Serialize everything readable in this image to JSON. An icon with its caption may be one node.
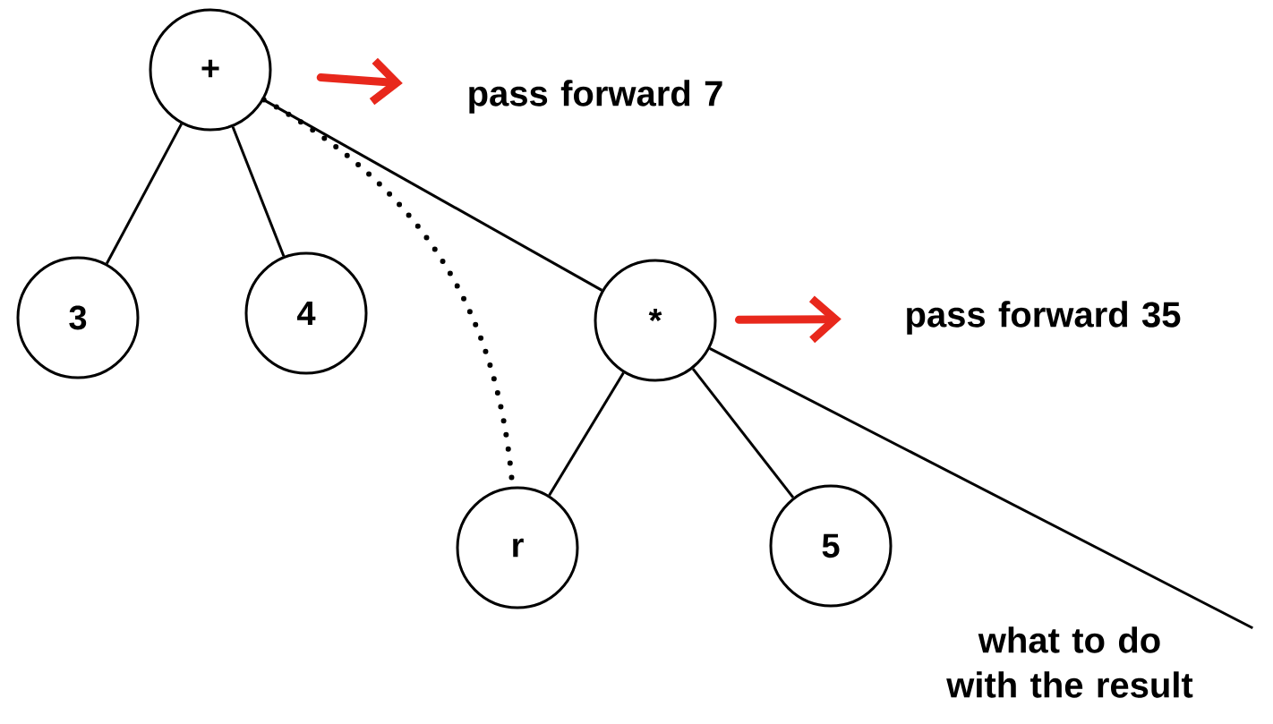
{
  "diagram": {
    "nodes": [
      {
        "text": [
          "+"
        ]
      },
      {
        "text": [
          "3"
        ]
      },
      {
        "text": [
          "4"
        ]
      },
      {
        "text": [
          "*"
        ]
      },
      {
        "text": [
          "r"
        ]
      },
      {
        "text": [
          "5"
        ]
      },
      {
        "text": [
          "what to do with the result"
        ]
      },
      {
        "text": [
          "pass forward 7"
        ]
      },
      {
        "text": [
          "pass forward 35"
        ]
      }
    ],
    "edges": [
      {
        "from": 0,
        "to": 1,
        "arrow": "none"
      },
      {
        "from": 0,
        "to": 2,
        "arrow": "none"
      },
      {
        "from": 0,
        "to": 3,
        "arrow": "none"
      },
      {
        "from": 0,
        "to": 4,
        "arrow": "none",
        "style": "dashed"
      },
      {
        "from": 3,
        "to": 4,
        "arrow": "none"
      },
      {
        "from": 3,
        "to": 5,
        "arrow": "none"
      },
      {
        "from": 3,
        "to": 6,
        "arrow": "none"
      },
      {
        "from": 0,
        "to": 7,
        "arrow": "to",
        "style": "thick",
        "color": "#e8281c"
      },
      {
        "from": 3,
        "to": 8,
        "arrow": "to",
        "style": "thick",
        "color": "#e8281c"
      }
    ]
  }
}
